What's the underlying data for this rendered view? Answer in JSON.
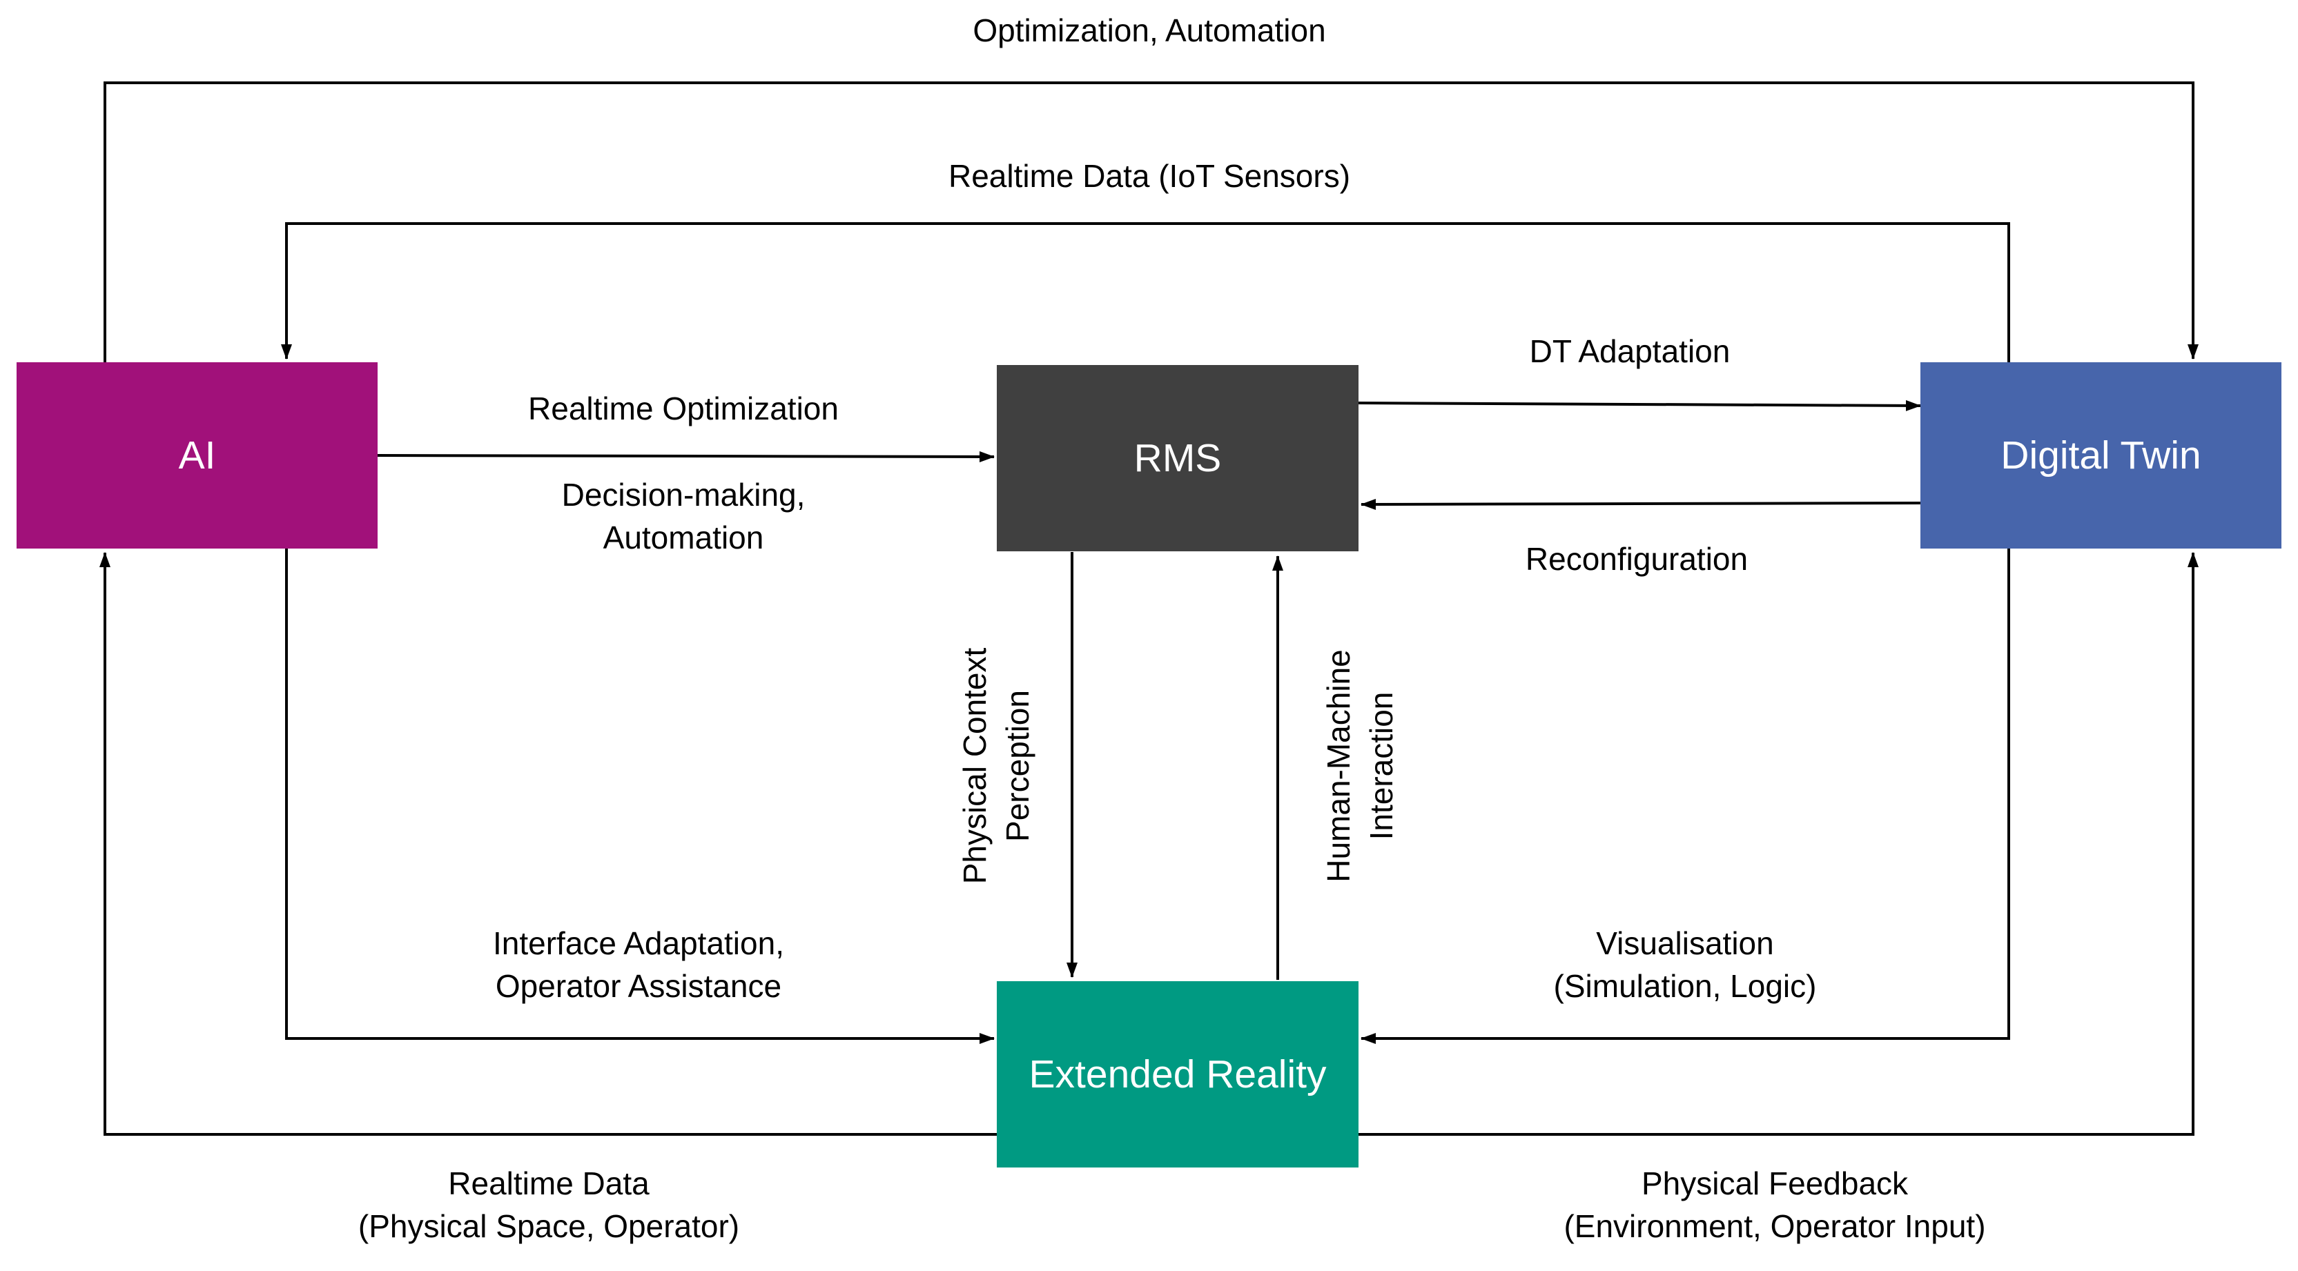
{
  "nodes": {
    "ai": {
      "label": "AI",
      "color": "#a1117a"
    },
    "rms": {
      "label": "RMS",
      "color": "#404040"
    },
    "digital_twin": {
      "label": "Digital Twin",
      "color": "#4765ab"
    },
    "extended_reality": {
      "label": "Extended Reality",
      "color": "#009a82"
    }
  },
  "edges": {
    "optimization_automation": {
      "line1": "Optimization, Automation"
    },
    "realtime_data_iot": {
      "line1": "Realtime Data (IoT Sensors)"
    },
    "realtime_optimization": {
      "line1": "Realtime Optimization"
    },
    "decision_making": {
      "line1": "Decision-making,",
      "line2": "Automation"
    },
    "dt_adaptation": {
      "line1": "DT Adaptation"
    },
    "reconfiguration": {
      "line1": "Reconfiguration"
    },
    "physical_context": {
      "line1": "Physical Context",
      "line2": "Perception"
    },
    "human_machine": {
      "line1": "Human-Machine",
      "line2": "Interaction"
    },
    "interface_adaptation": {
      "line1": "Interface Adaptation,",
      "line2": "Operator Assistance"
    },
    "visualisation": {
      "line1": "Visualisation",
      "line2": "(Simulation, Logic)"
    },
    "realtime_data_physical": {
      "line1": "Realtime Data",
      "line2": "(Physical Space, Operator)"
    },
    "physical_feedback": {
      "line1": "Physical Feedback",
      "line2": "(Environment, Operator Input)"
    }
  }
}
